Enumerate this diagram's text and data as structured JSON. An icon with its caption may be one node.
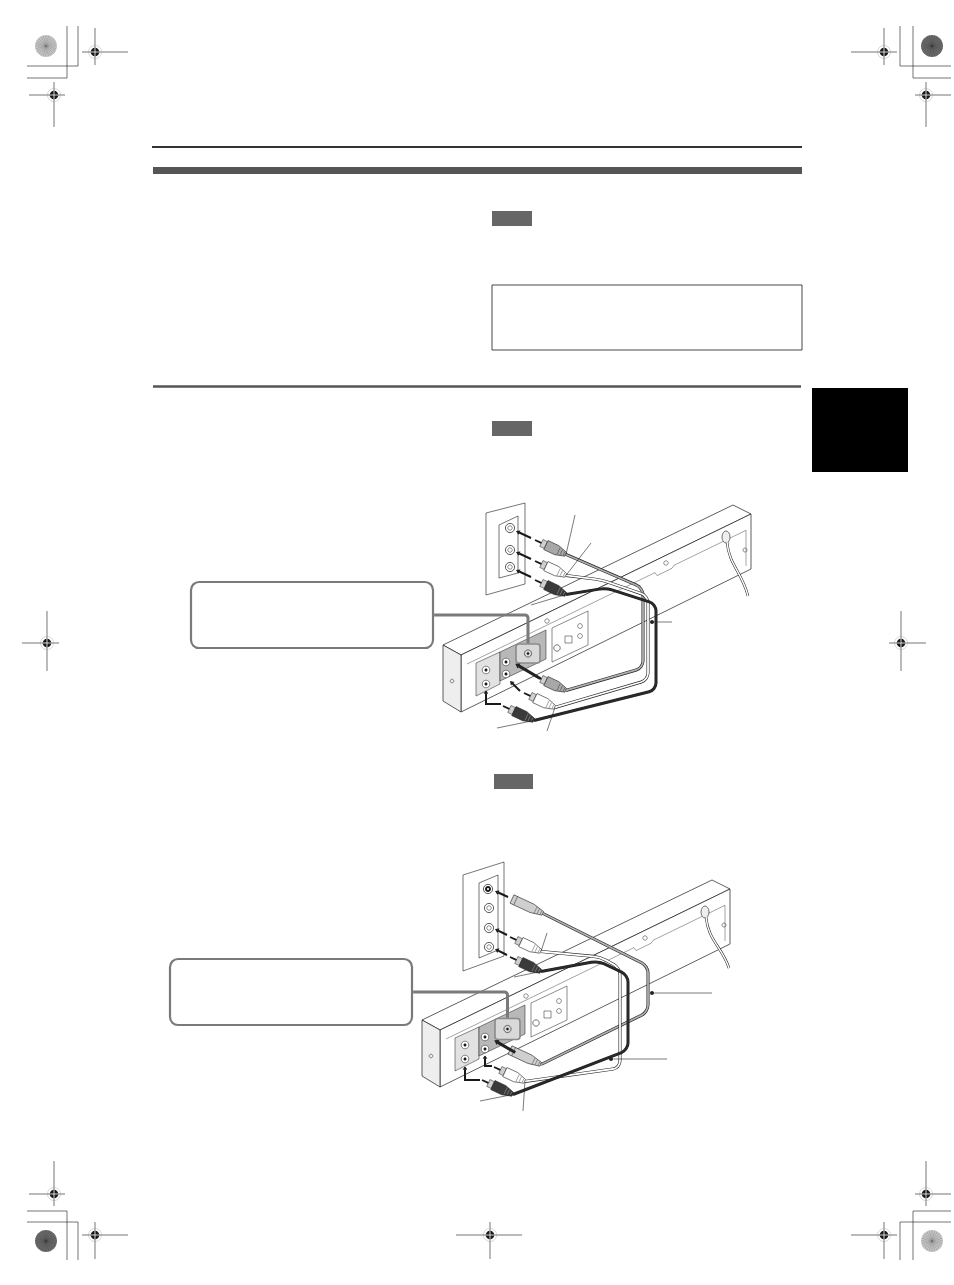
{
  "diagram": {
    "nodes": [
      {
        "text": [],
        "shape": "box"
      },
      {
        "text": [],
        "shape": "box"
      },
      {
        "text": [],
        "shape": "box"
      },
      {
        "text": [],
        "shape": "box"
      },
      {
        "text": [],
        "shape": "plug"
      },
      {
        "text": [],
        "shape": "plug"
      },
      {
        "text": [],
        "shape": "plug"
      },
      {
        "text": [],
        "shape": "box"
      },
      {
        "text": [],
        "shape": "circle"
      },
      {
        "text": [],
        "shape": "box"
      },
      {
        "text": [],
        "shape": "plug"
      },
      {
        "text": [],
        "shape": "plug"
      },
      {
        "text": [],
        "shape": "plug"
      },
      {
        "text": [],
        "shape": "box"
      },
      {
        "text": [],
        "shape": "plug"
      },
      {
        "text": [],
        "shape": "plug"
      },
      {
        "text": [],
        "shape": "plug"
      },
      {
        "text": [],
        "shape": "box"
      },
      {
        "text": [],
        "shape": "circle"
      },
      {
        "text": [],
        "shape": "box"
      },
      {
        "text": [],
        "shape": "plug"
      },
      {
        "text": [],
        "shape": "circle"
      },
      {
        "text": [],
        "shape": "plug"
      },
      {
        "text": [],
        "shape": "plug"
      }
    ],
    "edges": [
      {
        "from": 7,
        "to": 9,
        "arrow": "none",
        "style": "thick",
        "color": "#7a7a7a"
      },
      {
        "from": 17,
        "to": 19,
        "arrow": "none",
        "style": "thick",
        "color": "#7a7a7a"
      },
      {
        "from": 4,
        "to": 10,
        "arrow": "none",
        "style": "thick"
      },
      {
        "from": 5,
        "to": 11,
        "arrow": "none",
        "style": "thick"
      },
      {
        "from": 6,
        "to": 12,
        "arrow": "none",
        "style": "thick"
      },
      {
        "from": 14,
        "to": 20,
        "arrow": "none",
        "style": "thick"
      },
      {
        "from": 15,
        "to": 22,
        "arrow": "none",
        "style": "thick"
      },
      {
        "from": 16,
        "to": 23,
        "arrow": "none",
        "style": "thick"
      },
      {
        "from": null,
        "to": 4,
        "arrow": "none"
      },
      {
        "from": null,
        "to": 5,
        "arrow": "none"
      },
      {
        "from": null,
        "to": 6,
        "arrow": "none"
      },
      {
        "from": null,
        "to": 8,
        "arrow": "none"
      },
      {
        "from": null,
        "to": 11,
        "arrow": "none"
      },
      {
        "from": null,
        "to": 12,
        "arrow": "none"
      },
      {
        "from": null,
        "to": 15,
        "arrow": "none"
      },
      {
        "from": null,
        "to": 16,
        "arrow": "none"
      },
      {
        "from": null,
        "to": 18,
        "arrow": "none"
      },
      {
        "from": null,
        "to": 21,
        "arrow": "none"
      },
      {
        "from": null,
        "to": 22,
        "arrow": "none"
      },
      {
        "from": null,
        "to": 23,
        "arrow": "none"
      },
      {
        "from": 10,
        "to": 9,
        "arrow": "to",
        "style": "thick"
      },
      {
        "from": 20,
        "to": 19,
        "arrow": "to",
        "style": "thick"
      }
    ]
  }
}
